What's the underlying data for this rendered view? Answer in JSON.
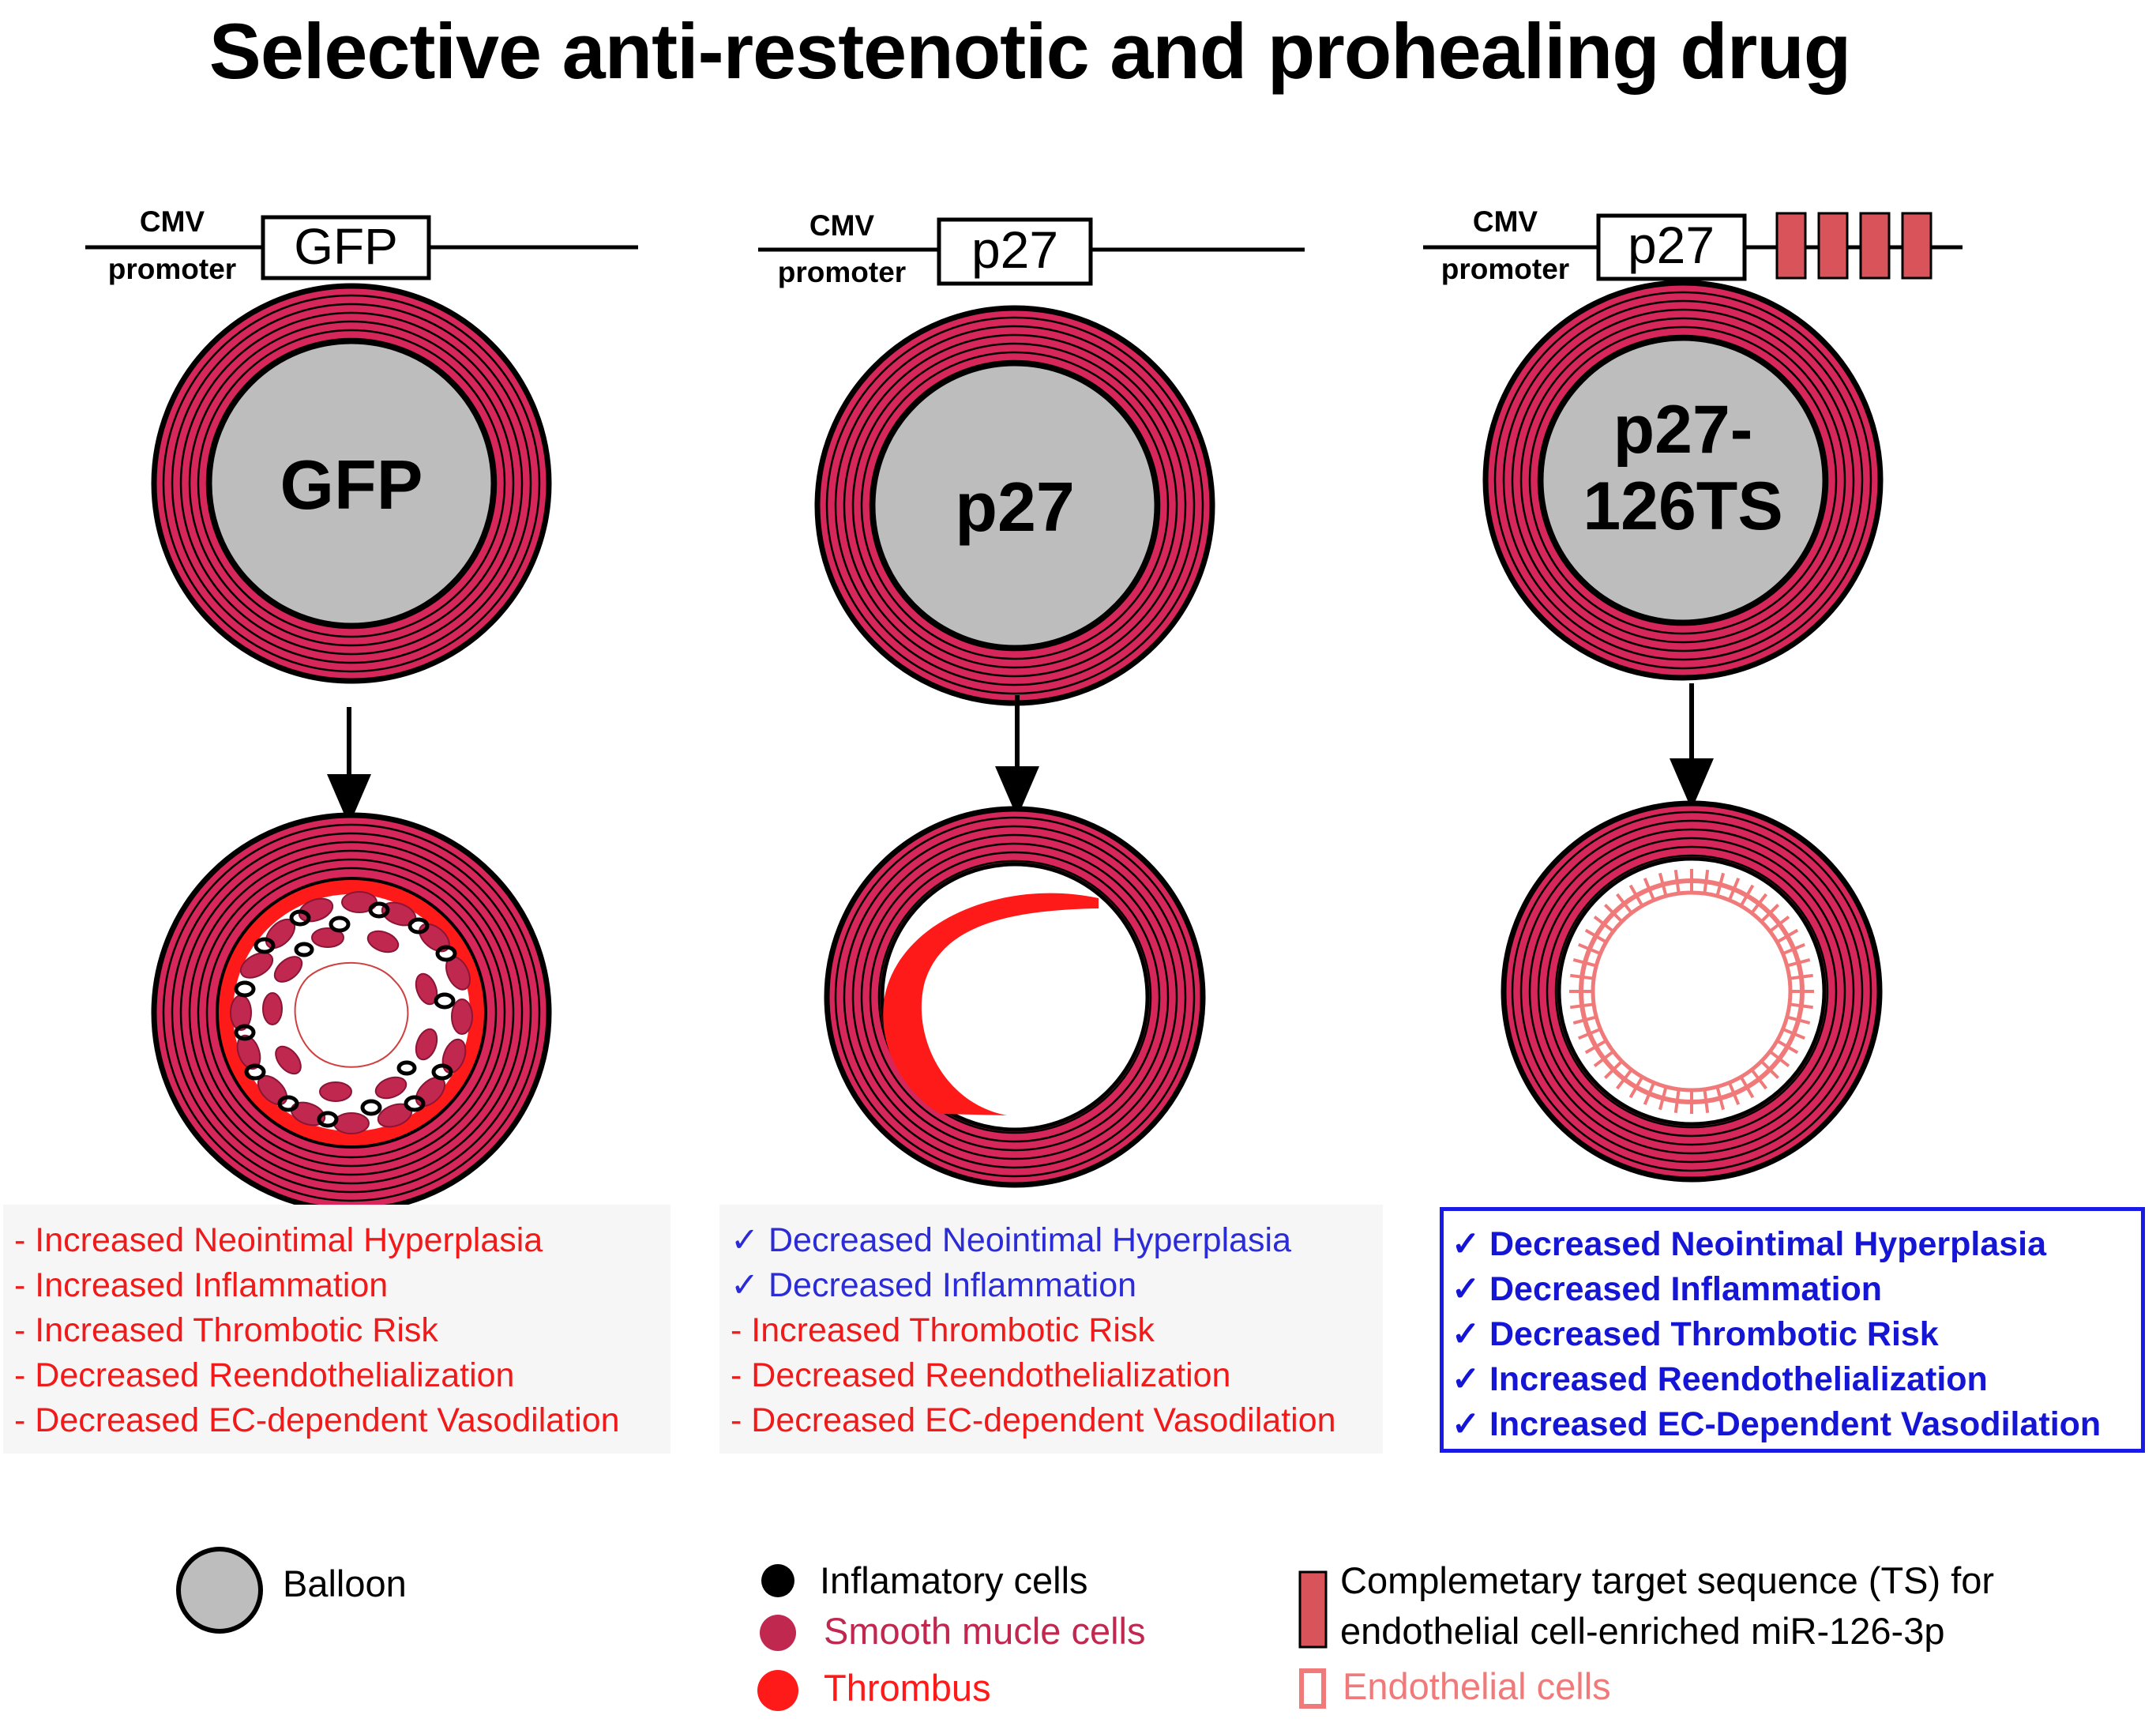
{
  "title": "Selective anti-restenotic and prohealing drug",
  "constructs": [
    {
      "promoter_line1": "CMV",
      "promoter_line2": "promoter",
      "gene": "GFP",
      "ts_count": 0
    },
    {
      "promoter_line1": "CMV",
      "promoter_line2": "promoter",
      "gene": "p27",
      "ts_count": 0
    },
    {
      "promoter_line1": "CMV",
      "promoter_line2": "promoter",
      "gene": "p27",
      "ts_count": 4
    }
  ],
  "balloons": [
    {
      "label_line1": "GFP",
      "label_line2": ""
    },
    {
      "label_line1": "p27",
      "label_line2": ""
    },
    {
      "label_line1": "p27-",
      "label_line2": "126TS"
    }
  ],
  "outcomes": [
    {
      "highlighted": false,
      "items": [
        {
          "marker": "-",
          "text": "Increased Neointimal Hyperplasia",
          "polarity": "negative"
        },
        {
          "marker": "-",
          "text": "Increased Inflammation",
          "polarity": "negative"
        },
        {
          "marker": "-",
          "text": "Increased Thrombotic Risk",
          "polarity": "negative"
        },
        {
          "marker": "-",
          "text": "Decreased Reendothelialization",
          "polarity": "negative"
        },
        {
          "marker": "-",
          "text": "Decreased EC-dependent Vasodilation",
          "polarity": "negative"
        }
      ]
    },
    {
      "highlighted": false,
      "items": [
        {
          "marker": "✓",
          "text": "Decreased Neointimal Hyperplasia",
          "polarity": "positive"
        },
        {
          "marker": "✓",
          "text": "Decreased Inflammation",
          "polarity": "positive"
        },
        {
          "marker": "-",
          "text": "Increased Thrombotic Risk",
          "polarity": "negative"
        },
        {
          "marker": "-",
          "text": "Decreased Reendothelialization",
          "polarity": "negative"
        },
        {
          "marker": "-",
          "text": "Decreased EC-dependent Vasodilation",
          "polarity": "negative"
        }
      ]
    },
    {
      "highlighted": true,
      "items": [
        {
          "marker": "✓",
          "text": "Decreased Neointimal Hyperplasia",
          "polarity": "positive"
        },
        {
          "marker": "✓",
          "text": "Decreased Inflammation",
          "polarity": "positive"
        },
        {
          "marker": "✓",
          "text": "Decreased Thrombotic Risk",
          "polarity": "positive"
        },
        {
          "marker": "✓",
          "text": "Increased Reendothelialization",
          "polarity": "positive"
        },
        {
          "marker": "✓",
          "text": "Increased EC-Dependent Vasodilation",
          "polarity": "positive"
        }
      ]
    }
  ],
  "legend": {
    "balloon": "Balloon",
    "inflammatory": "Inflamatory cells",
    "smooth_muscle": "Smooth mucle cells",
    "thrombus": "Thrombus",
    "ts_line1": "Complemetary target sequence (TS) for",
    "ts_line2": "endothelial cell-enriched miR-126-3p",
    "endothelial": "Endothelial cells"
  },
  "colors": {
    "vessel_wall": "#d6265a",
    "balloon": "#bdbdbd",
    "thrombus": "#ff1a1a",
    "smooth_muscle": "#c02850",
    "ts_box": "#d9545a",
    "endothelial": "#f07a7a",
    "negative_text": "#f01a1a",
    "positive_text": "#2b2bd8"
  }
}
